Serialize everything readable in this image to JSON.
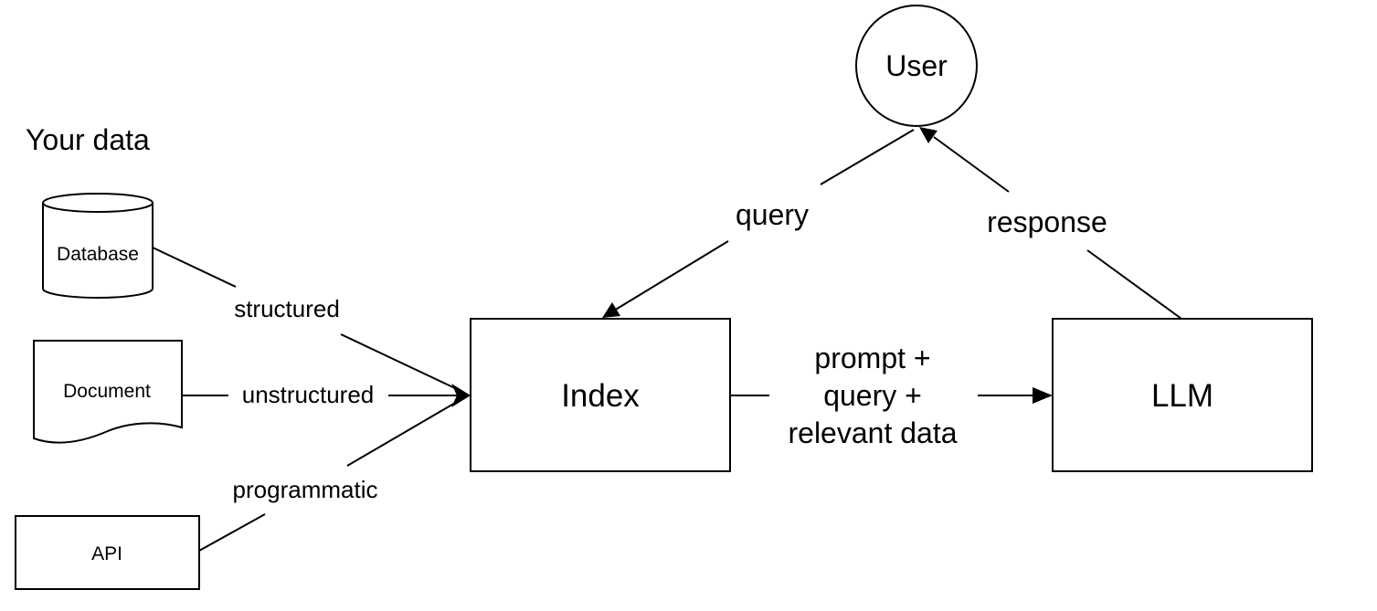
{
  "diagram": {
    "section_title": "Your data",
    "sources": {
      "database": "Database",
      "document": "Document",
      "api": "API"
    },
    "edges": {
      "structured": "structured",
      "unstructured": "unstructured",
      "programmatic": "programmatic",
      "query": "query",
      "response": "response",
      "prompt_line1": "prompt +",
      "prompt_line2": "query +",
      "prompt_line3": "relevant data"
    },
    "nodes": {
      "index": "Index",
      "llm": "LLM",
      "user": "User"
    }
  }
}
